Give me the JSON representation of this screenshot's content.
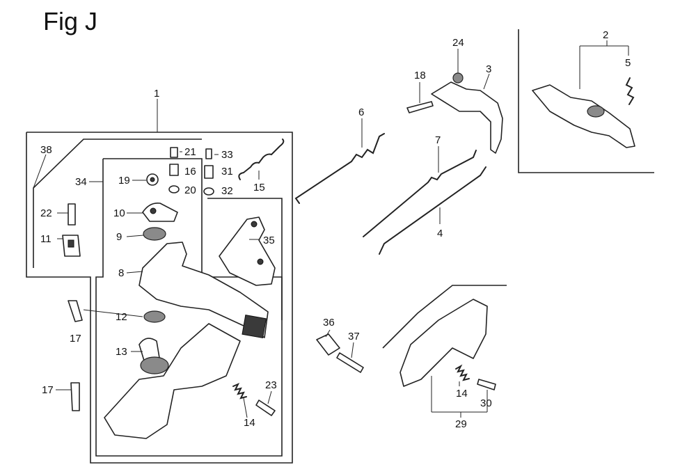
{
  "figure": {
    "title": "Fig J"
  },
  "callouts": {
    "c1": "1",
    "c2": "2",
    "c3": "3",
    "c4": "4",
    "c5": "5",
    "c6": "6",
    "c7": "7",
    "c8": "8",
    "c9": "9",
    "c10": "10",
    "c11": "11",
    "c12": "12",
    "c13": "13",
    "c14a": "14",
    "c14b": "14",
    "c15": "15",
    "c16": "16",
    "c17a": "17",
    "c17b": "17",
    "c18": "18",
    "c19": "19",
    "c20": "20",
    "c21": "21",
    "c22": "22",
    "c23": "23",
    "c24": "24",
    "c29": "29",
    "c30": "30",
    "c31": "31",
    "c32": "32",
    "c33": "33",
    "c34": "34",
    "c35": "35",
    "c36": "36",
    "c37": "37",
    "c38": "38"
  },
  "colors": {
    "ink": "#222222",
    "shade": "#8a8a8a",
    "paper": "#ffffff"
  }
}
